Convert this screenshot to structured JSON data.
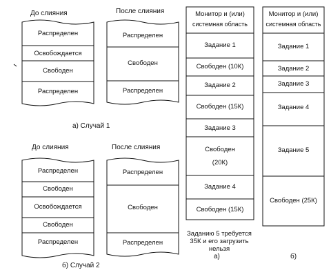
{
  "case1": {
    "before_title": "До слияния",
    "after_title": "После слияния",
    "caption": "а)  Случай 1",
    "before_segments": [
      "Распределен",
      "Освобождается",
      "Свободен",
      "Распределен"
    ],
    "after_segments": [
      "Распределен",
      "Свободен",
      "Распределен"
    ]
  },
  "case2": {
    "before_title": "До слияния",
    "after_title": "После слияния",
    "caption": "б)  Случай 2",
    "before_segments": [
      "Распределен",
      "Свободен",
      "Освобождается",
      "Свободен",
      "Распределен"
    ],
    "after_segments": [
      "Распределен",
      "Свободен",
      "Распределен"
    ]
  },
  "memory_a": {
    "header_line1": "Монитор и (или)",
    "header_line2": "системная область",
    "segments": [
      "Задание 1",
      "Свободен  (10К)",
      "Задание 2",
      "Свободен  (15К)",
      "Задание 3",
      "Свободен",
      "(20К)",
      "Задание 4",
      "Свободен  (15К)"
    ],
    "note_line1": "Заданию 5 требуется",
    "note_line2": "35К и его загрузить",
    "note_line3": "нельзя",
    "label": "а)"
  },
  "memory_b": {
    "header_line1": "Монитор и (или)",
    "header_line2": "системная область",
    "segments": [
      "Задание 1",
      "Задание 2",
      "Задание 3",
      "Задание 4",
      "Задание 5",
      "Свободен  (25К)"
    ],
    "label": "б)"
  }
}
